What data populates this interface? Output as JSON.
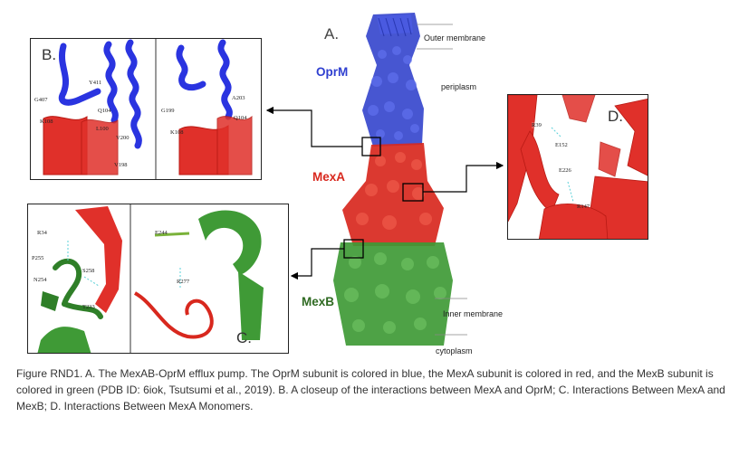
{
  "figure": {
    "panel_labels": {
      "a": "A.",
      "b": "B.",
      "c": "C.",
      "d": "D."
    },
    "subunits": {
      "oprm": "OprM",
      "mexa": "MexA",
      "mexb": "MexB"
    },
    "region_labels": {
      "outer_membrane": "Outer membrane",
      "periplasm": "periplasm",
      "inner_membrane": "Inner membrane",
      "cytoplasm": "cytoplasm"
    },
    "panel_b_residues": [
      "G407",
      "Y411",
      "Q104",
      "K108",
      "L100",
      "V200",
      "V198",
      "G199",
      "A203",
      "K108",
      "Q104"
    ],
    "panel_c_residues": [
      "R34",
      "P255",
      "S258",
      "N254",
      "T233",
      "E244",
      "R277"
    ],
    "panel_d_residues": [
      "R39",
      "E152",
      "E226",
      "R147"
    ],
    "colors": {
      "oprm": "#2f3fd0",
      "mexa": "#d8281e",
      "mexb": "#3f8f2f"
    }
  },
  "caption": "Figure RND1. A. The MexAB-OprM efflux pump. The OprM subunit is colored in blue, the MexA subunit is colored in red, and the MexB subunit is colored in green (PDB ID: 6iok, Tsutsumi et al., 2019). B. A closeup of the interactions between MexA and OprM; C. Interactions Between MexA and MexB; D. Interactions Between MexA Monomers."
}
